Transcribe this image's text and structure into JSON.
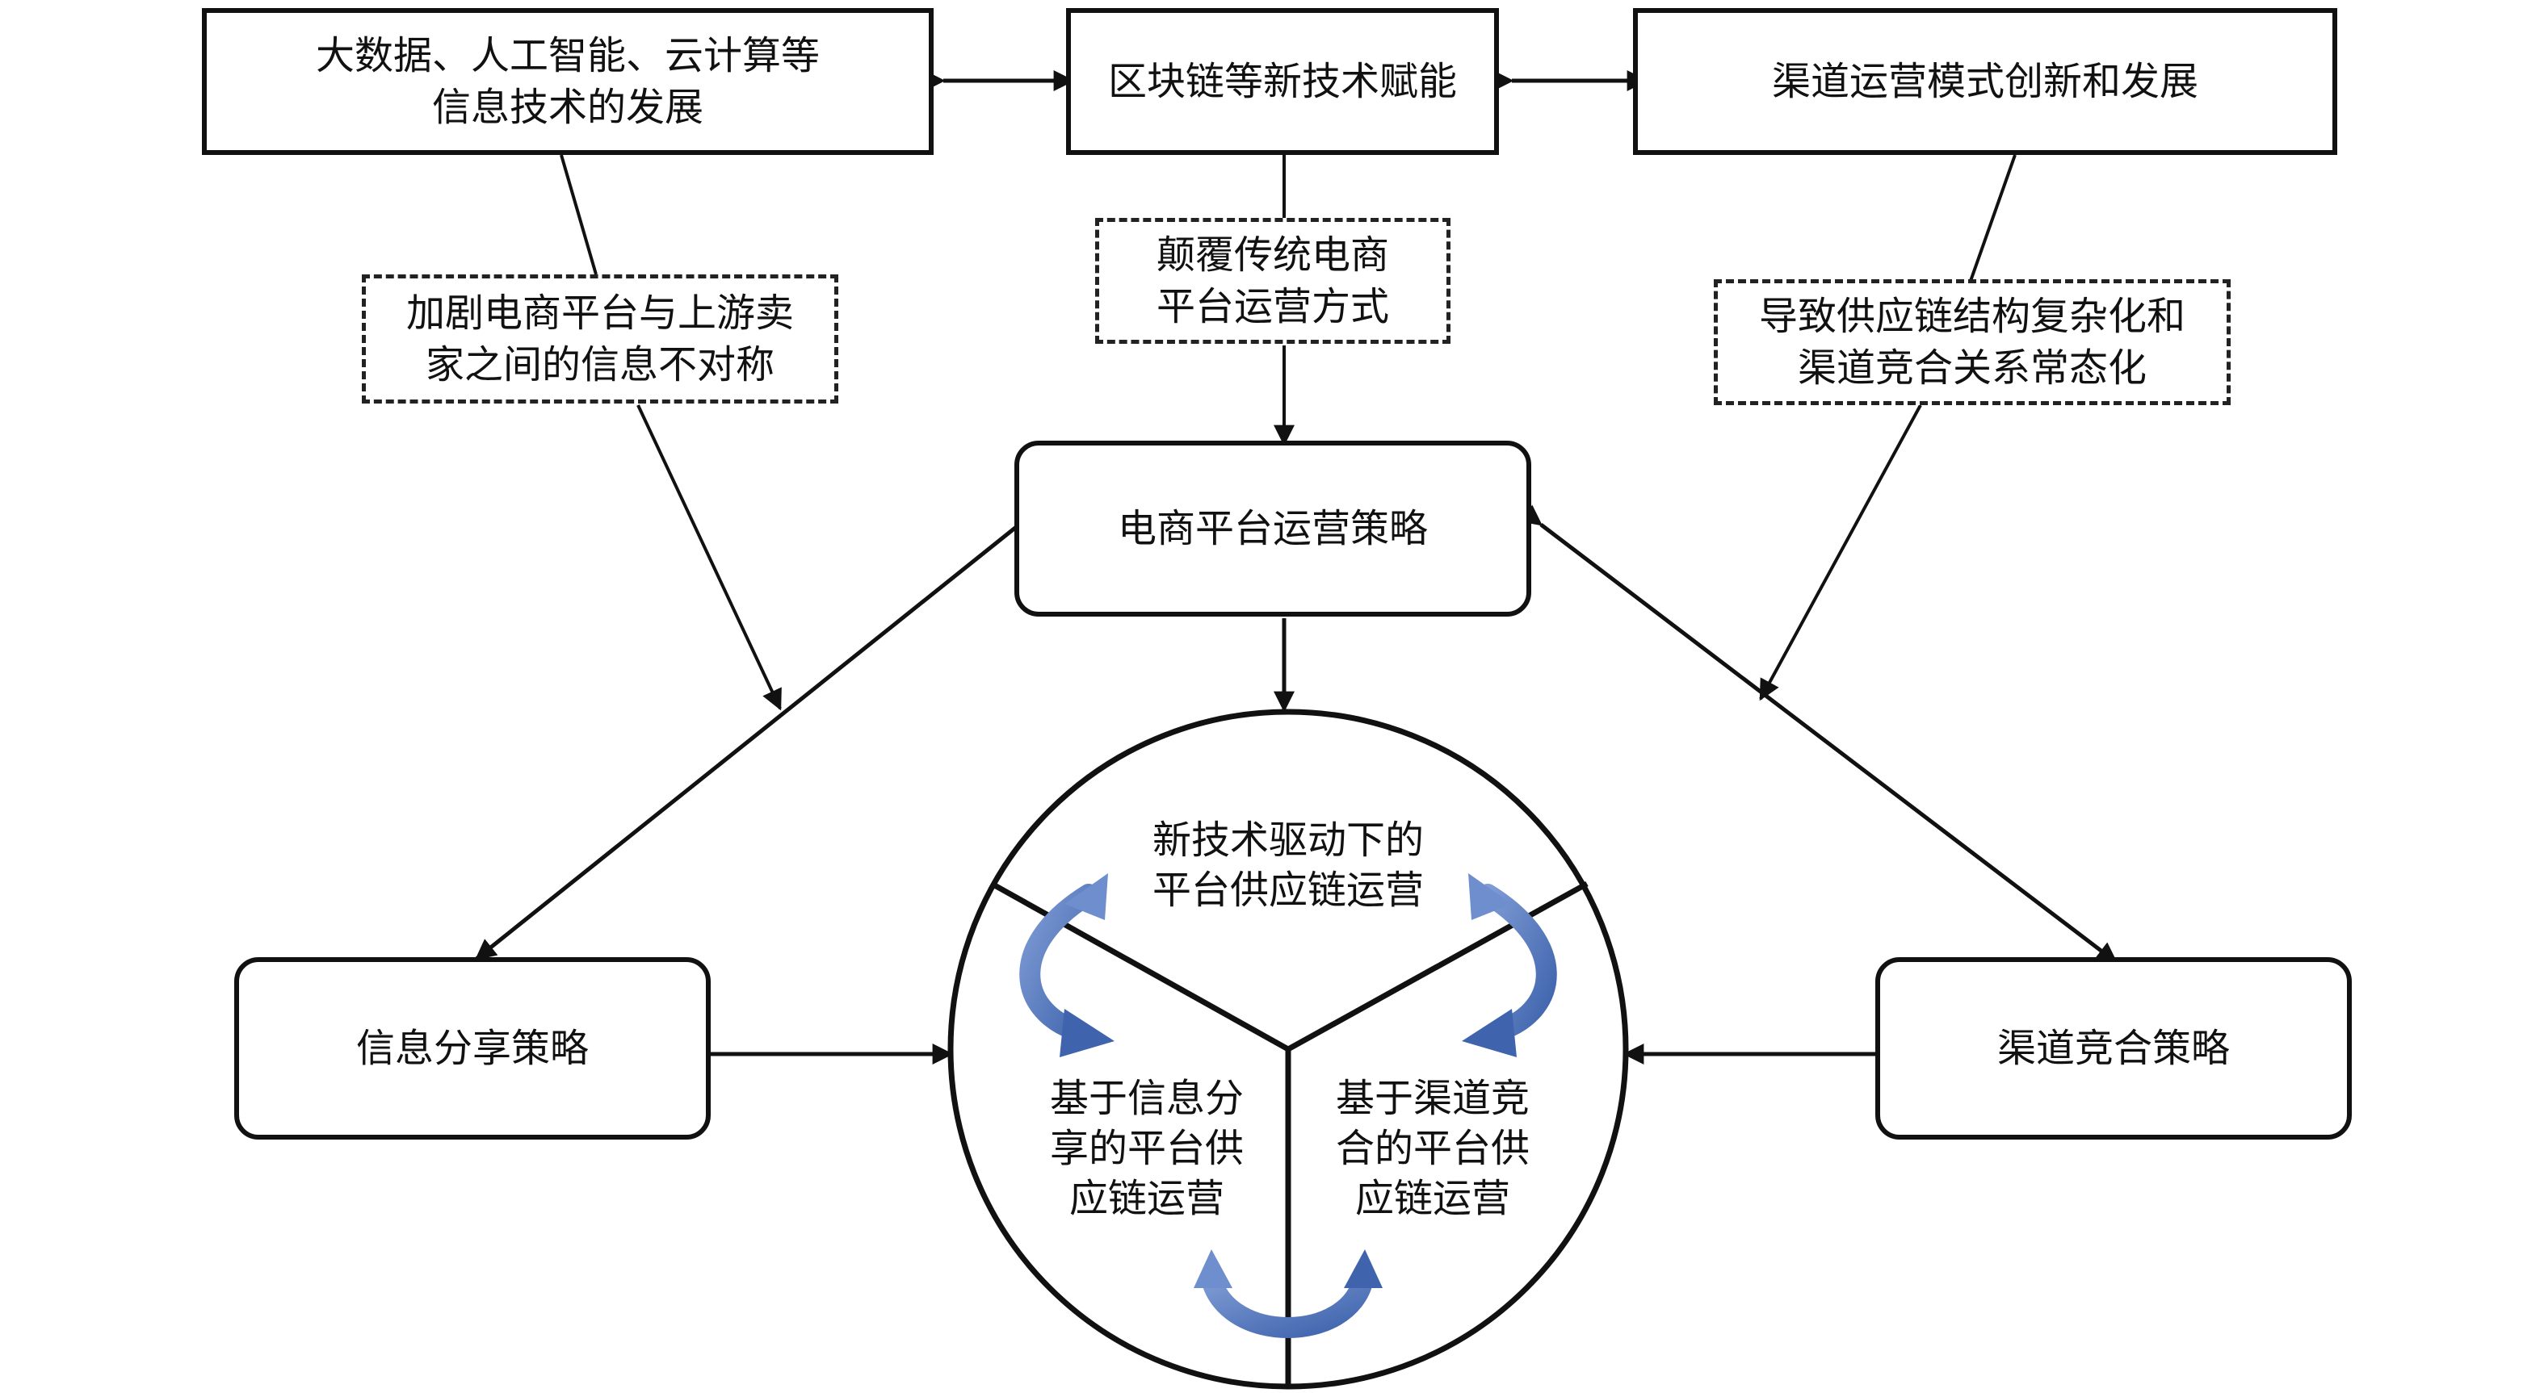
{
  "top_boxes": {
    "tech_development": {
      "line1": "大数据、人工智能、云计算等",
      "line2": "信息技术的发展"
    },
    "blockchain": {
      "label": "区块链等新技术赋能"
    },
    "channel_innovation": {
      "label": "渠道运营模式创新和发展"
    }
  },
  "dashed_boxes": {
    "info_asymmetry": {
      "line1": "加剧电商平台与上游卖",
      "line2": "家之间的信息不对称"
    },
    "disrupt": {
      "line1": "颠覆传统电商",
      "line2": "平台运营方式"
    },
    "complexity": {
      "line1": "导致供应链结构复杂化和",
      "line2": "渠道竞合关系常态化"
    }
  },
  "strategy_boxes": {
    "platform": "电商平台运营策略",
    "info_sharing": "信息分享策略",
    "coopetition": "渠道竞合策略"
  },
  "circle": {
    "top": {
      "line1": "新技术驱动下的",
      "line2": "平台供应链运营"
    },
    "left": {
      "line1": "基于信息分",
      "line2": "享的平台供",
      "line3": "应链运营"
    },
    "right": {
      "line1": "基于渠道竞",
      "line2": "合的平台供",
      "line3": "应链运营"
    }
  },
  "colors": {
    "line": "#111111",
    "cycle_arrow": "#4a72b8"
  }
}
